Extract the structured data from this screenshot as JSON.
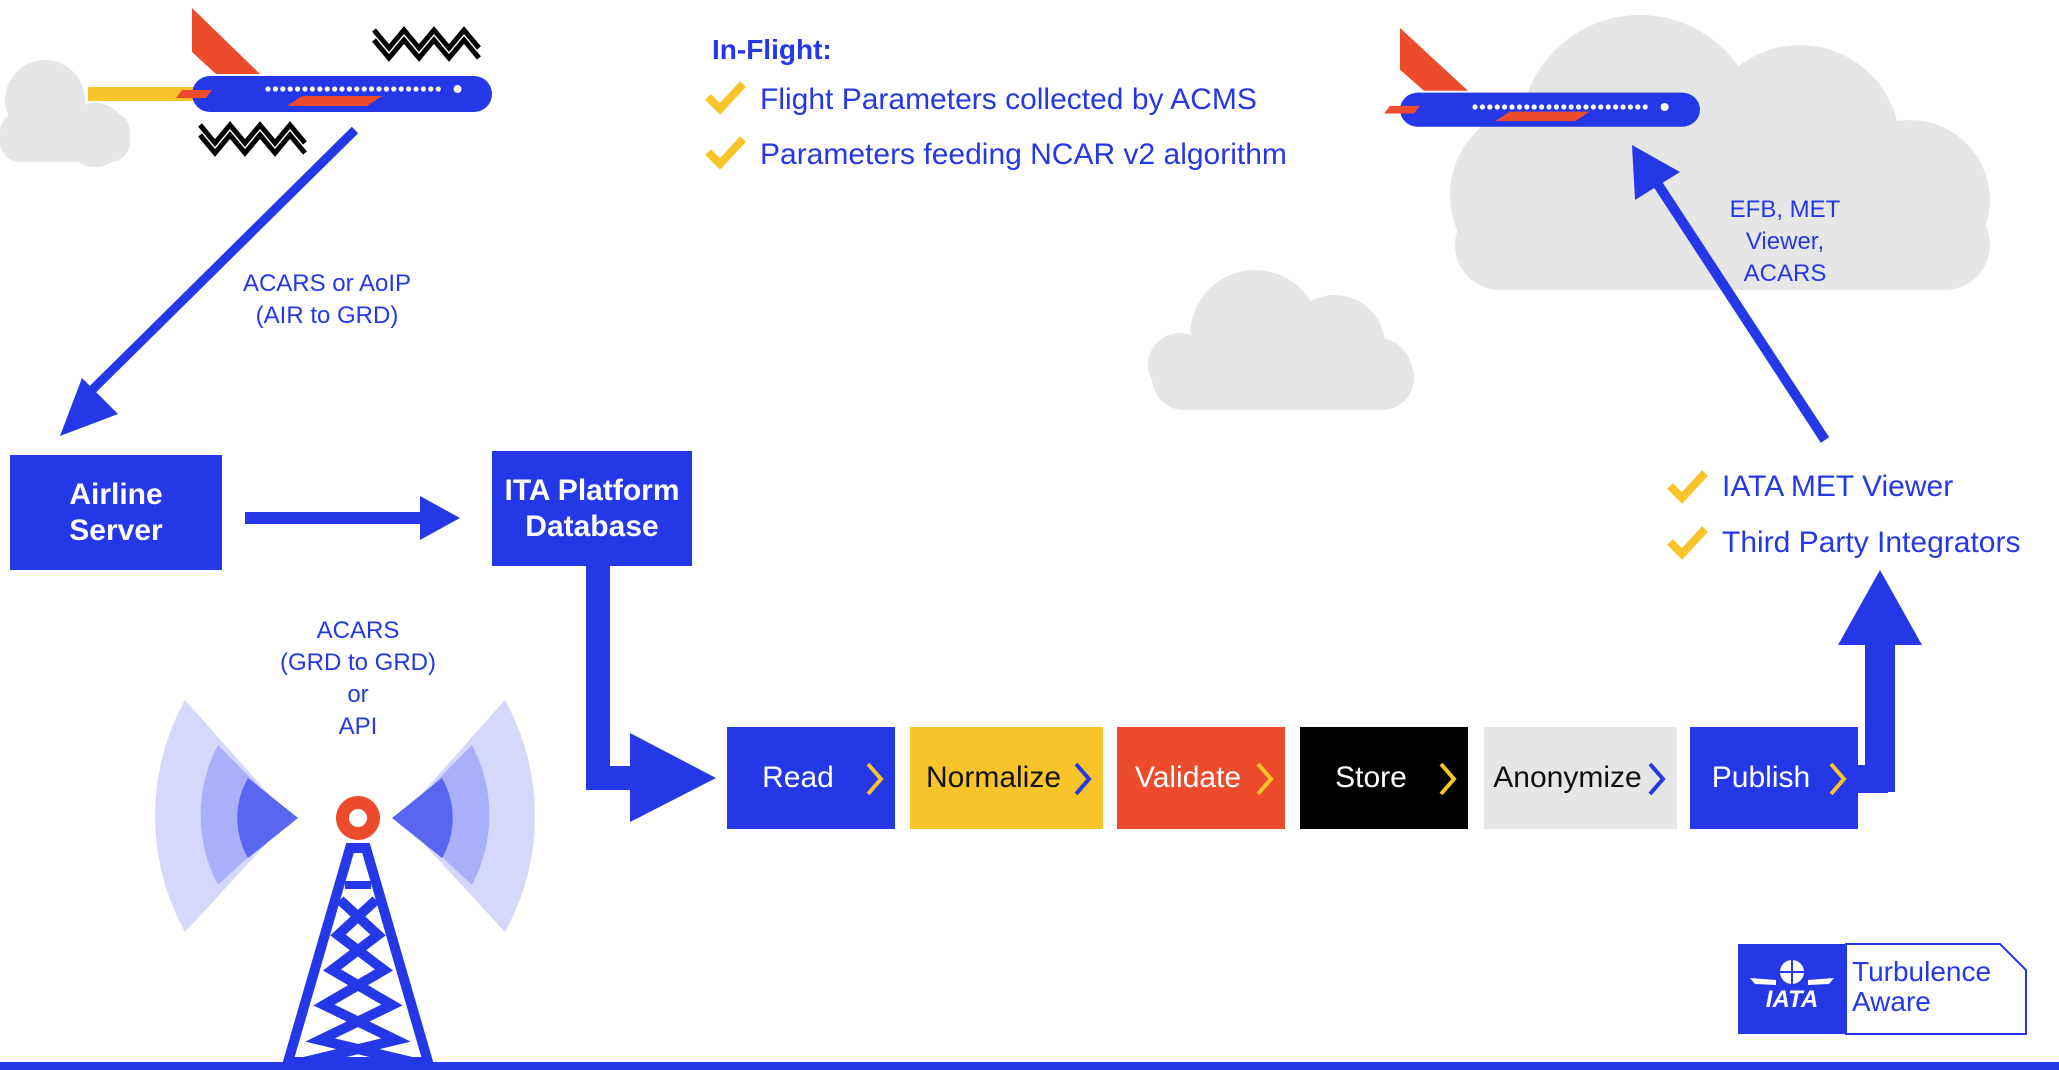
{
  "in_flight": {
    "title": "In-Flight:",
    "items": [
      "Flight Parameters collected by ACMS",
      "Parameters feeding NCAR v2 algorithm"
    ]
  },
  "links": {
    "air_to_ground": "ACARS or AoIP\n(AIR to GRD)",
    "ground_to_ground": "ACARS\n(GRD to GRD)\nor\nAPI",
    "uplink": "EFB, MET\nViewer,\nACARS"
  },
  "nodes": {
    "airline_server": "Airline\nServer",
    "ita_platform": "ITA Platform\nDatabase"
  },
  "pipeline": [
    {
      "label": "Read",
      "bg": "#2438e8",
      "fg": "#ffffff",
      "chev": "#f8c42a"
    },
    {
      "label": "Normalize",
      "bg": "#f8c42a",
      "fg": "#111111",
      "chev": "#2438e8"
    },
    {
      "label": "Validate",
      "bg": "#ec4b2c",
      "fg": "#ffffff",
      "chev": "#f8c42a"
    },
    {
      "label": "Store",
      "bg": "#000000",
      "fg": "#ffffff",
      "chev": "#f8c42a"
    },
    {
      "label": "Anonymize",
      "bg": "#e6e6e6",
      "fg": "#111111",
      "chev": "#2438e8"
    },
    {
      "label": "Publish",
      "bg": "#2438e8",
      "fg": "#ffffff",
      "chev": "#f8c42a"
    }
  ],
  "outputs": [
    "IATA MET Viewer",
    "Third Party Integrators"
  ],
  "logo": {
    "brand": "IATA",
    "line1": "Turbulence",
    "line2": "Aware"
  },
  "colors": {
    "blue": "#2438e8",
    "yellow": "#f8c42a",
    "red": "#ec4b2c",
    "cloud": "#e6e6e6",
    "lilac": "#d5d8fb"
  }
}
